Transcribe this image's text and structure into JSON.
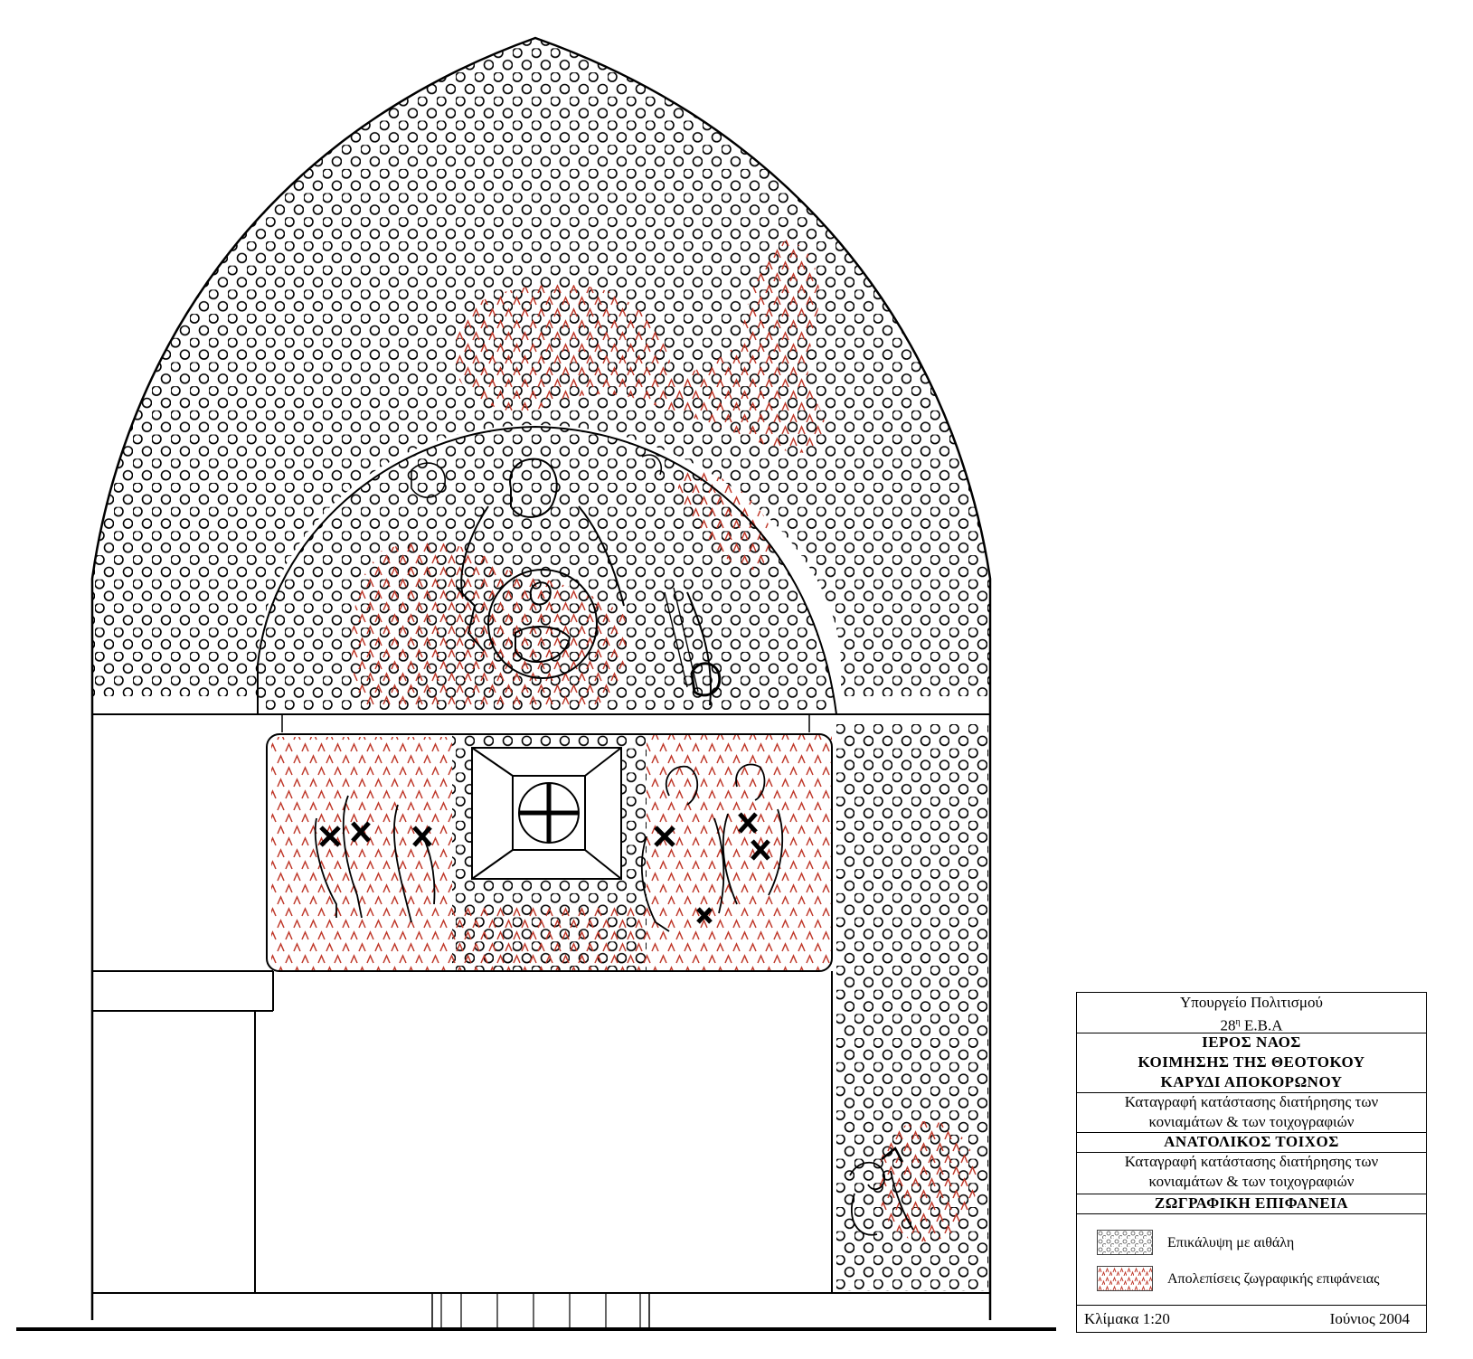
{
  "title_block": {
    "ministry": "Υπουργείο Πολιτισμού",
    "ephorate": "28",
    "ephorate_superscript": "η",
    "ephorate_suffix": " Ε.Β.Α",
    "church_line1": "ΙΕΡΟΣ ΝΑΟΣ",
    "church_line2": "ΚΟΙΜΗΣΗΣ ΤΗΣ ΘΕΟΤΟΚΟΥ",
    "church_line3": "ΚΑΡΥΔΙ ΑΠΟΚΟΡΩΝΟΥ",
    "description1_line1": "Καταγραφή κατάστασης διατήρησης των",
    "description1_line2": "κονιαμάτων & των τοιχογραφιών",
    "wall": "ΑΝΑΤΟΛΙΚΟΣ ΤΟΙΧΟΣ",
    "description2_line1": "Καταγραφή κατάστασης διατήρησης των",
    "description2_line2": "κονιαμάτων & των τοιχογραφιών",
    "surface": "ΖΩΓΡΑΦΙΚΗ ΕΠΙΦΑΝΕΙΑ",
    "scale": "Κλίμακα 1:20",
    "date": "Ιούνιος 2004"
  },
  "legend": [
    {
      "label": "Επικάλυψη με αιθάλη",
      "pattern": "circles",
      "color": "#000000"
    },
    {
      "label": "Απολεπίσεις ζωγραφικής επιφάνειας",
      "pattern": "chevrons",
      "color": "#c0392b"
    }
  ],
  "colors": {
    "soot": "#000000",
    "flaking": "#c0392b",
    "ink": "#000000",
    "background": "#ffffff"
  }
}
